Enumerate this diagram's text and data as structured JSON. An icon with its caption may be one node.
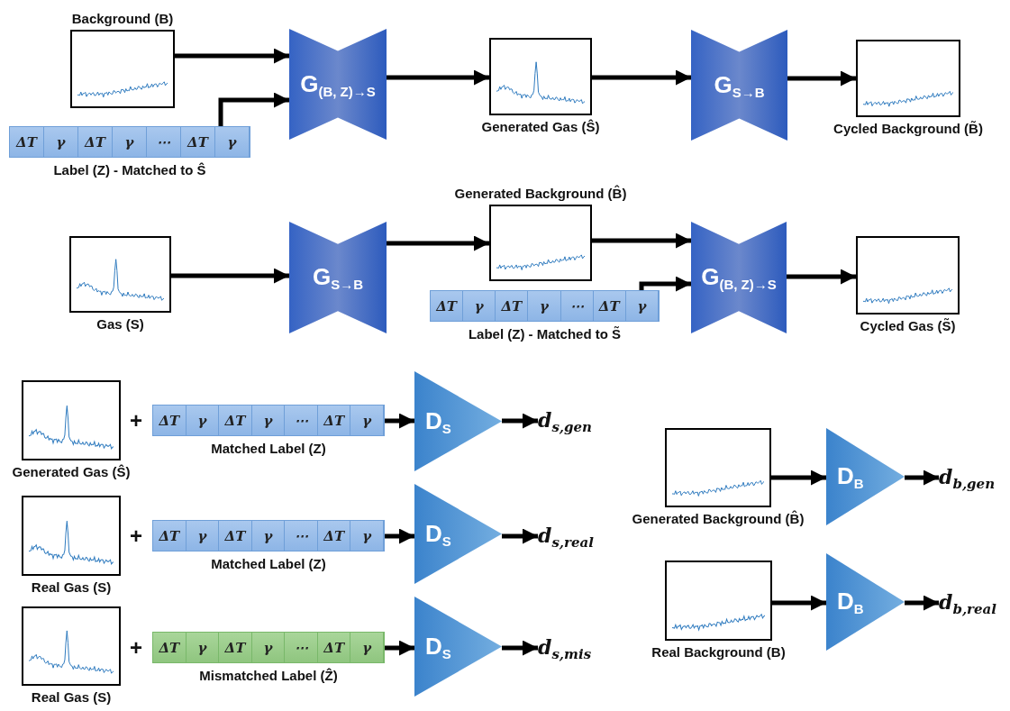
{
  "diagram": {
    "nodes": [
      {
        "text": [
          "Background (B)"
        ]
      },
      {
        "text": [
          "ΔT",
          "γ",
          "ΔT",
          "γ",
          "⋯",
          "ΔT",
          "γ",
          "Label (Z) - Matched to Ŝ"
        ]
      },
      {
        "text": [
          "G$_{(B, Z)→S}$"
        ]
      },
      {
        "text": [
          "Generated Gas (Ŝ)"
        ]
      },
      {
        "text": [
          "G$_{S→B}$"
        ]
      },
      {
        "text": [
          "Cycled Background (B̃)"
        ]
      },
      {
        "text": [
          "Gas (S)"
        ]
      },
      {
        "text": [
          "G$_{S→B}$"
        ]
      },
      {
        "text": [
          "Generated Background (B̂)"
        ]
      },
      {
        "text": [
          "ΔT",
          "γ",
          "ΔT",
          "γ",
          "⋯",
          "ΔT",
          "γ",
          "Label (Z) - Matched to S̃"
        ]
      },
      {
        "text": [
          "G$_{(B, Z)→S}$"
        ]
      },
      {
        "text": [
          "Cycled Gas (S̃)"
        ]
      },
      {
        "text": [
          "Generated Gas (Ŝ)"
        ]
      },
      {
        "text": [
          "ΔT",
          "γ",
          "ΔT",
          "γ",
          "⋯",
          "ΔT",
          "γ",
          "Matched Label (Z)"
        ]
      },
      {
        "text": [
          "D$_{S}$"
        ]
      },
      {
        "text": [
          "d$_{s,gen}$"
        ]
      },
      {
        "text": [
          "Real Gas (S)"
        ]
      },
      {
        "text": [
          "ΔT",
          "γ",
          "ΔT",
          "γ",
          "⋯",
          "ΔT",
          "γ",
          "Matched Label (Z)"
        ]
      },
      {
        "text": [
          "D$_{S}$"
        ]
      },
      {
        "text": [
          "d$_{s,real}$"
        ]
      },
      {
        "text": [
          "Real Gas (S)"
        ]
      },
      {
        "text": [
          "ΔT",
          "γ",
          "ΔT",
          "γ",
          "⋯",
          "ΔT",
          "γ",
          "Mismatched Label (Ẑ)"
        ]
      },
      {
        "text": [
          "D$_{S}$"
        ]
      },
      {
        "text": [
          "d$_{s,mis}$"
        ]
      },
      {
        "text": [
          "Generated Background (B̂)"
        ]
      },
      {
        "text": [
          "D$_{B}$"
        ]
      },
      {
        "text": [
          "d$_{b,gen}$"
        ]
      },
      {
        "text": [
          "Real Background (B)"
        ]
      },
      {
        "text": [
          "D$_{B}$"
        ]
      },
      {
        "text": [
          "d$_{b,real}$"
        ]
      }
    ],
    "edges": [
      {
        "from": 0,
        "to": 2,
        "arrow": "to"
      },
      {
        "from": 1,
        "to": 2,
        "arrow": "to"
      },
      {
        "from": 2,
        "to": 3,
        "arrow": "to"
      },
      {
        "from": 3,
        "to": 4,
        "arrow": "to"
      },
      {
        "from": 4,
        "to": 5,
        "arrow": "to"
      },
      {
        "from": 6,
        "to": 7,
        "arrow": "to"
      },
      {
        "from": 7,
        "to": 8,
        "arrow": "to"
      },
      {
        "from": 8,
        "to": 10,
        "arrow": "to"
      },
      {
        "from": 9,
        "to": 10,
        "arrow": "to"
      },
      {
        "from": 10,
        "to": 11,
        "arrow": "to"
      },
      {
        "from": 13,
        "to": 14,
        "arrow": "to"
      },
      {
        "from": 14,
        "to": 15,
        "arrow": "to"
      },
      {
        "from": 17,
        "to": 18,
        "arrow": "to"
      },
      {
        "from": 18,
        "to": 19,
        "arrow": "to"
      },
      {
        "from": 21,
        "to": 22,
        "arrow": "to"
      },
      {
        "from": 22,
        "to": 23,
        "arrow": "to"
      },
      {
        "from": 24,
        "to": 25,
        "arrow": "to"
      },
      {
        "from": 25,
        "to": 26,
        "arrow": "to"
      },
      {
        "from": 27,
        "to": 28,
        "arrow": "to"
      },
      {
        "from": 28,
        "to": 29,
        "arrow": "to"
      }
    ],
    "labels": [
      "+",
      "+",
      "+"
    ]
  }
}
